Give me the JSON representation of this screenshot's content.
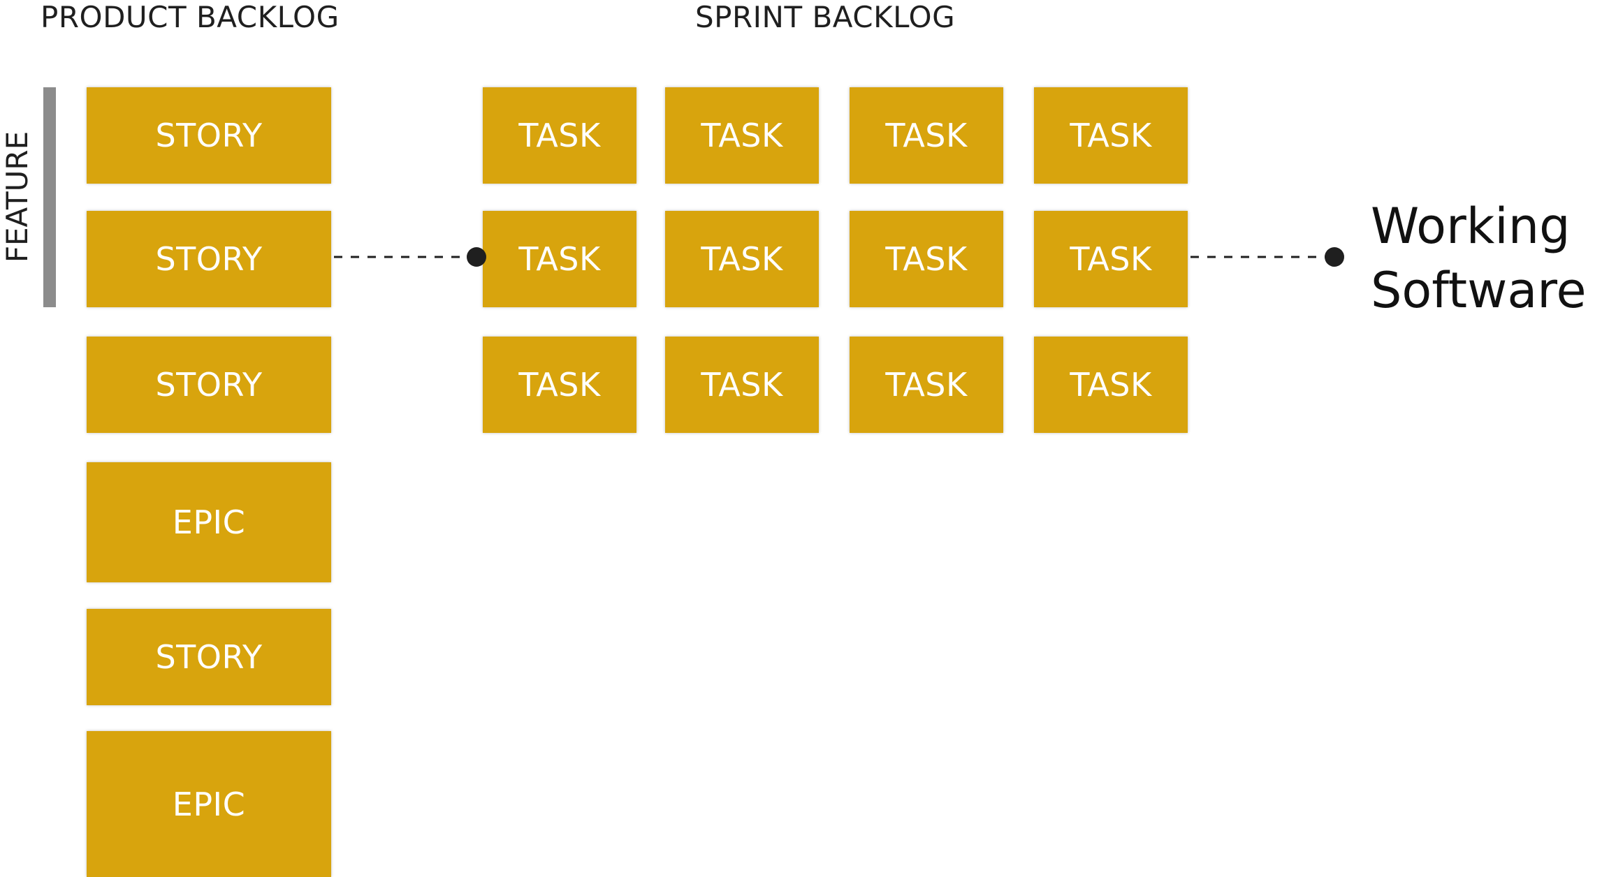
{
  "product_backlog": {
    "heading": "PRODUCT BACKLOG",
    "feature_label": "FEATURE",
    "items": [
      {
        "label": "STORY"
      },
      {
        "label": "STORY"
      },
      {
        "label": "STORY"
      },
      {
        "label": "EPIC"
      },
      {
        "label": "STORY"
      },
      {
        "label": "EPIC"
      }
    ]
  },
  "sprint_backlog": {
    "heading": "SPRINT BACKLOG",
    "rows": [
      [
        "TASK",
        "TASK",
        "TASK",
        "TASK"
      ],
      [
        "TASK",
        "TASK",
        "TASK",
        "TASK"
      ],
      [
        "TASK",
        "TASK",
        "TASK",
        "TASK"
      ]
    ]
  },
  "outcome": {
    "line1": "Working",
    "line2": "Software"
  },
  "colors": {
    "card": "#d8a40d",
    "card_text": "#ffffff",
    "feature_bar": "#8c8c8c",
    "connector": "#1f1f1f"
  }
}
